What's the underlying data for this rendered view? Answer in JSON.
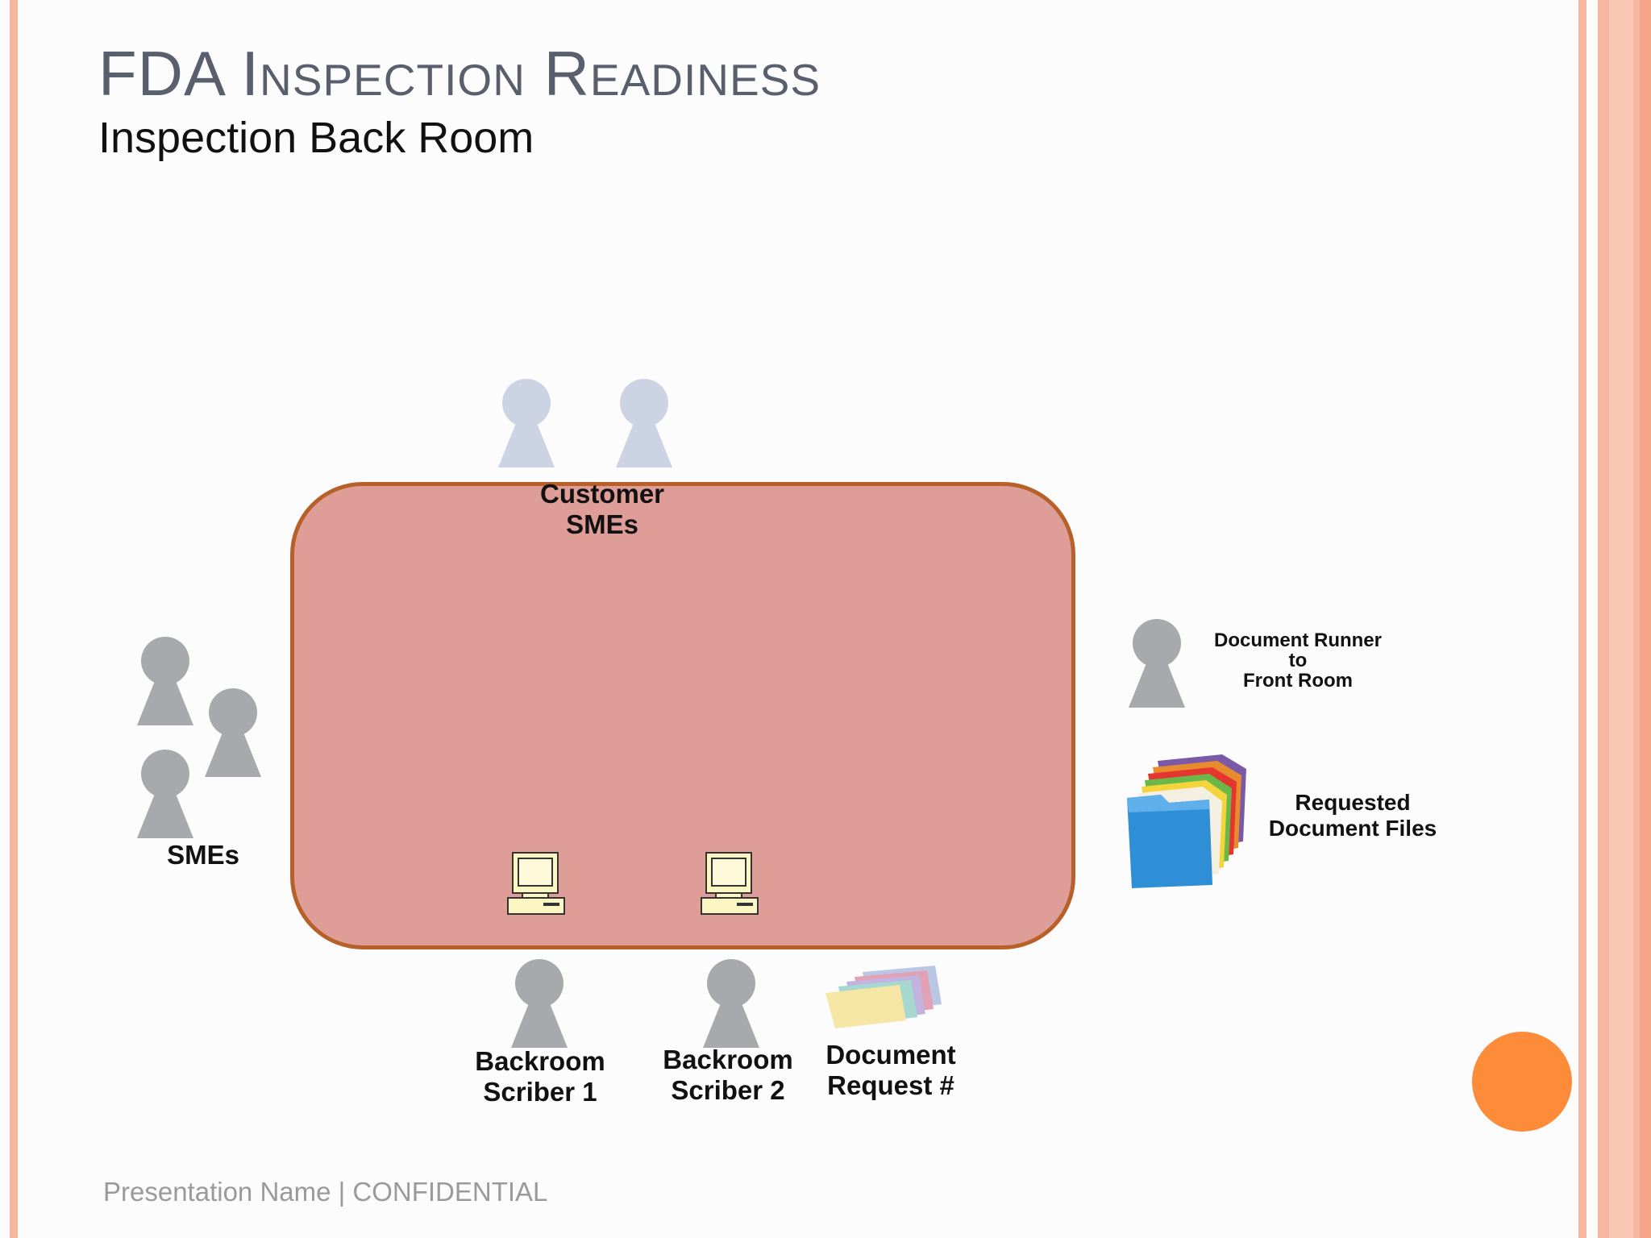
{
  "slide": {
    "title": "FDA Inspection Readiness",
    "subtitle": "Inspection Back Room",
    "footer": "Presentation Name | CONFIDENTIAL"
  },
  "diagram": {
    "labels": {
      "customer_smes": "Customer\nSMEs",
      "smes": "SMEs",
      "scribe1": "Backroom\nScriber 1",
      "scribe2": "Backroom\nScriber 2",
      "document_request": "Document\nRequest #",
      "runner": "Document Runner\nto\nFront Room",
      "files": "Requested\nDocument Files"
    },
    "icons": [
      "person-icon",
      "computer-icon",
      "cards-icon",
      "folder-icon"
    ],
    "colors": {
      "table_fill": "#df9d97",
      "table_border": "#b7602a",
      "person_gray": "#a8a9ad",
      "person_light": "#ccd3e3",
      "accent_orange": "#fd8c3a",
      "stripe_peach": "#f7b6a1"
    }
  }
}
